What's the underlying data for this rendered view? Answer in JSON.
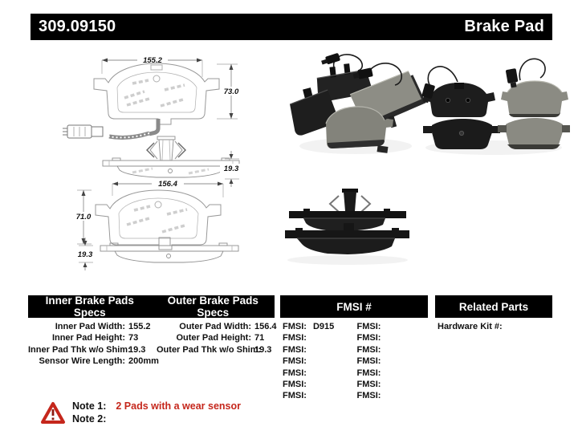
{
  "header": {
    "part_number": "309.09150",
    "product_title": "Brake Pad"
  },
  "diagram": {
    "inner_front": {
      "width_label": "155.2",
      "height_label": "73.0"
    },
    "inner_side": {
      "thickness_label": "19.3"
    },
    "outer_front": {
      "width_label": "156.4",
      "height_label": "71.0"
    },
    "outer_side": {
      "thickness_label": "19.3"
    }
  },
  "specs": {
    "inner": {
      "header": "Inner Brake Pads Specs",
      "rows": [
        {
          "label": "Inner Pad Width:",
          "value": "155.2"
        },
        {
          "label": "Inner Pad Height:",
          "value": "73"
        },
        {
          "label": "Inner Pad Thk w/o Shim:",
          "value": "19.3"
        },
        {
          "label": "Sensor Wire Length:",
          "value": "200mm"
        }
      ]
    },
    "outer": {
      "header": "Outer Brake Pads Specs",
      "rows": [
        {
          "label": "Outer Pad Width:",
          "value": "156.4"
        },
        {
          "label": "Outer Pad Height:",
          "value": "71"
        },
        {
          "label": "Outer Pad Thk w/o Shim:",
          "value": "19.3"
        }
      ]
    },
    "fmsi": {
      "header": "FMSI #",
      "rows": [
        {
          "left_label": "FMSI:",
          "left_value": "D915",
          "right_label": "FMSI:",
          "right_value": ""
        },
        {
          "left_label": "FMSI:",
          "left_value": "",
          "right_label": "FMSI:",
          "right_value": ""
        },
        {
          "left_label": "FMSI:",
          "left_value": "",
          "right_label": "FMSI:",
          "right_value": ""
        },
        {
          "left_label": "FMSI:",
          "left_value": "",
          "right_label": "FMSI:",
          "right_value": ""
        },
        {
          "left_label": "FMSI:",
          "left_value": "",
          "right_label": "FMSI:",
          "right_value": ""
        },
        {
          "left_label": "FMSI:",
          "left_value": "",
          "right_label": "FMSI:",
          "right_value": ""
        },
        {
          "left_label": "FMSI:",
          "left_value": "",
          "right_label": "FMSI:",
          "right_value": ""
        }
      ]
    },
    "related": {
      "header": "Related Parts",
      "rows": [
        {
          "label": "Hardware Kit #:",
          "value": ""
        }
      ]
    }
  },
  "notes": {
    "note1_label": "Note 1:",
    "note1_text": "2 Pads with a wear sensor",
    "note2_label": "Note 2:",
    "note2_text": ""
  },
  "colors": {
    "header_bar": "#000000",
    "note_red": "#c5271c"
  }
}
